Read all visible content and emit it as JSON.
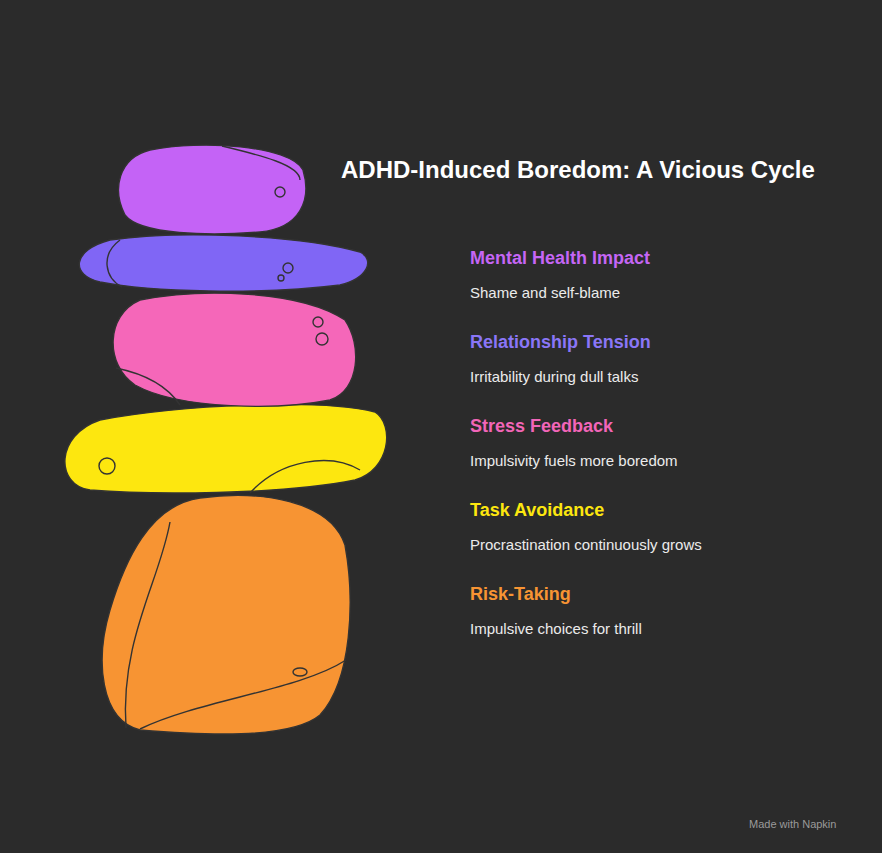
{
  "diagram": {
    "title": "ADHD-Induced Boredom: A Vicious Cycle",
    "nodes": [
      {
        "text": [
          "Mental Health Impact",
          "Shame and self-blame"
        ]
      },
      {
        "text": [
          "Relationship Tension",
          "Irritability during dull talks"
        ]
      },
      {
        "text": [
          "Stress Feedback",
          "Impulsivity fuels more boredom"
        ]
      },
      {
        "text": [
          "Task Avoidance",
          "Procrastination continuously grows"
        ]
      },
      {
        "text": [
          "Risk-Taking",
          "Impulsive choices for thrill"
        ]
      }
    ],
    "labels": [
      "Made with Napkin"
    ]
  }
}
